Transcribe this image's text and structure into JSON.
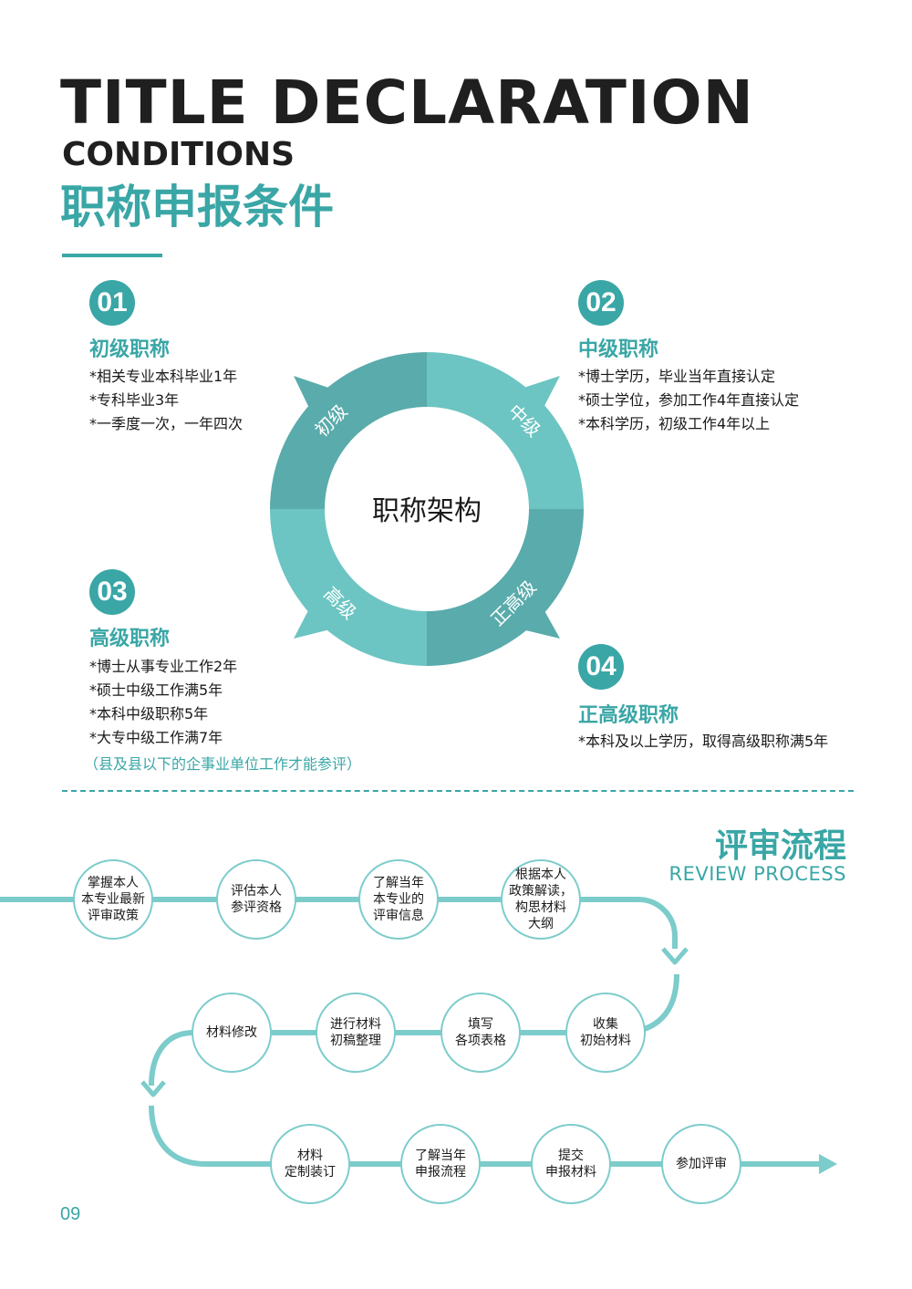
{
  "header": {
    "title_en_line1": "TITLE DECLARATION",
    "title_en_line2": "CONDITIONS",
    "title_cn": "职称申报条件"
  },
  "colors": {
    "accent": "#3aa6a6",
    "ring_dark": "#5aabab",
    "ring_light": "#6cc5c2",
    "flow_line": "#7ccccb"
  },
  "levels": [
    {
      "num": "01",
      "title": "初级职称",
      "lines": [
        "*相关专业本科毕业1年",
        "*专科毕业3年",
        "*一季度一次，一年四次"
      ]
    },
    {
      "num": "02",
      "title": "中级职称",
      "lines": [
        "*博士学历，毕业当年直接认定",
        "*硕士学位，参加工作4年直接认定",
        "*本科学历，初级工作4年以上"
      ]
    },
    {
      "num": "03",
      "title": "高级职称",
      "lines": [
        "*博士从事专业工作2年",
        "*硕士中级工作满5年",
        "*本科中级职称5年",
        "*大专中级工作满7年"
      ],
      "note": "（县及县以下的企事业单位工作才能参评）"
    },
    {
      "num": "04",
      "title": "正高级职称",
      "lines": [
        "*本科及以上学历，取得高级职称满5年"
      ]
    }
  ],
  "ring": {
    "center": "职称架构",
    "segments": [
      "初级",
      "中级",
      "正高级",
      "高级"
    ]
  },
  "process": {
    "title_cn": "评审流程",
    "title_en": "REVIEW PROCESS",
    "steps": [
      "掌握本人\n本专业最新\n评审政策",
      "评估本人\n参评资格",
      "了解当年\n本专业的\n评审信息",
      "根据本人\n政策解读，\n构思材料\n大纲",
      "收集\n初始材料",
      "填写\n各项表格",
      "进行材料\n初稿整理",
      "材料修改",
      "材料\n定制装订",
      "了解当年\n申报流程",
      "提交\n申报材料",
      "参加评审"
    ]
  },
  "page_number": "09"
}
